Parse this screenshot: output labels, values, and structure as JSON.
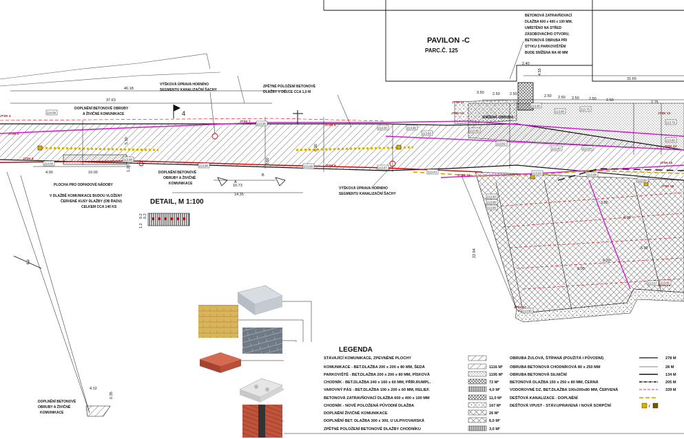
{
  "building": {
    "name": "PAVILON -C",
    "parcel": "PARC.Č. 125",
    "dims": [
      "2.40",
      "4.55",
      "31.65"
    ],
    "note": [
      "BETONOVÁ ZATRAVŇOVACÍ",
      "DLAŽBA 600 x 400 x 100 MM,",
      "UMÍSTĚNO NA STŘED",
      "ZÁSOBOVACÍHO OTVORU,",
      "BETONOVÁ OBRUBA PŘI",
      "STYKU S PARKOVIŠTĚM",
      "BUDE SNÍŽENA NA 40 MM"
    ]
  },
  "dimensions": {
    "parking": [
      "3.50",
      "2.50",
      "2.50",
      "2.50",
      "2.50",
      "2.50",
      "2.50",
      "2.50",
      "2.75"
    ],
    "road": [
      "40.18",
      "37.63",
      "4.00",
      "10.00",
      "1.20",
      "5.30",
      "0.50",
      "10.73",
      "14.35",
      "6.30",
      "4.12",
      "0.35",
      "22.94",
      "3.00",
      "6.20",
      "6.00",
      "6.30",
      "5.00"
    ]
  },
  "detail": {
    "title": "DETAIL, M 1:100",
    "dims": [
      "0.2",
      "1.2",
      "0.2"
    ]
  },
  "annotations": {
    "a1": [
      "VÝŠKOVÁ ÚPRAVA HORNÍHO",
      "SEGMENTU KANALIZAČNÍ ŠACHY"
    ],
    "a2": [
      "ZPĚTNÉ POLOŽENÍ BETONOVÉ",
      "DLAŽBY V DÉLCE CCA 1,0 M"
    ],
    "a3": [
      "DOPLNĚNÍ BETONOVÉ OBRUBY",
      "A ŽIVIČNÉ KOMUNIKACE"
    ],
    "a4": [
      "DOPLNĚNÍ BETONOVÉ",
      "OBRUBY A ŽIVIČNÉ",
      "KOMUNIKACE"
    ],
    "a5": [
      "VÝŠKOVÁ ÚPRAVA HORNÍHO",
      "SEGMENTU KANALIZAČNÍ ŠACHY"
    ],
    "a6": "PLOCHA PRO ODPADOVÉ NÁDOBY",
    "a7": [
      "V DLAŽBĚ KOMUNIKACE BUDOU VLOŽENY",
      "ČERVENÉ KUSY DLAŽBY (OB ŘADU)",
      "CELKEM CCA 140 KS"
    ],
    "a8": [
      "DOPLNĚNÍ BETONOVÉ",
      "OBRUBY A ŽIVIČNÉ",
      "KOMUNIKACE"
    ],
    "snizena": "SNÍŽENÁ OBRUBA",
    "mark3": "3",
    "mark4": "4",
    "markA": "A",
    "markB": "B"
  },
  "jtsk": [
    "JTSK 4",
    "JTSK 5",
    "JTSK 6",
    "JTSK 7",
    "JTSK 8",
    "JTSK 9",
    "JTSK 10",
    "JTSK 11",
    "JTSK 12",
    "JTSK 13",
    "JTSK 14",
    "JTSK 15",
    "JTSK 16",
    "JTSK 17",
    "JTSK 18"
  ],
  "elevations": [
    "214.08",
    "214.09",
    "213.98",
    "213.96",
    "213.96",
    "213.88",
    "214.00",
    "213.87",
    "213.96",
    "213.96",
    "213.82",
    "213.90",
    "213.86",
    "213.75",
    "213.84",
    "213.79",
    "213.80",
    "213.90",
    "213.88",
    "213.96",
    "213.93",
    "213.68",
    "213.80",
    "213.96",
    "213.57",
    "213.80",
    "213.50",
    "213.43",
    "213.40"
  ],
  "legend": {
    "title": "LEGENDA",
    "left": [
      {
        "text": "STÁVAJÍCÍ KOMUNIKACE, ZPEVNĚNÉ PLOCHY",
        "qty": ""
      },
      {
        "text": "KOMUNIKACE - BET.DLAŽBA 200 x 200 x 80 MM, ŠEDÁ",
        "qty": "1116 M²"
      },
      {
        "text": "PARKOVIŠTĚ - BET.DLAŽBA 200 x 200 x 80 MM, PÍSKOVÁ",
        "qty": "1195 M²"
      },
      {
        "text": "CHODNÍK - BET.DLAŽBA 240 x 160 x 60 MM, PŘÍR.RUMPL.",
        "qty": "72 M²"
      },
      {
        "text": "VAROVNÝ PÁS - BET.DLAŽBA 100 x 200 x 60 MM, RELIEF.",
        "qty": "4,0 M²"
      },
      {
        "text": "BETONOVÁ ZATRAVŇOVACÍ DLAŽBA 600 x 400 x 100 MM",
        "qty": "11,0 M²"
      },
      {
        "text": "CHODNÍK - NOVĚ POLOŽENÁ PŮVODNÍ DLAŽBA",
        "qty": "167 M²"
      },
      {
        "text": "DOPLNĚNÍ ŽIVIČNÉ KOMUNIKACE",
        "qty": "26 M²"
      },
      {
        "text": "DOPLNĚNÍ BET. DLAŽBA 300 x 300, U ULPIVOVARSKÁ",
        "qty": "6,0 M²"
      },
      {
        "text": "ZPĚTNÉ POLOŽENÍ BETONOVÉ DLAŽBY CHODNÍKU",
        "qty": "3,0 M²"
      }
    ],
    "right": [
      {
        "text": "OBRUBA ŽULOVÁ, ŠTÍPANÁ (POUŽITÁ I PŮVODNÍ)",
        "qty": "278 M"
      },
      {
        "text": "OBRUBA BETONOVÁ CHODNÍKOVÁ 80 x 250 MM",
        "qty": "28 M"
      },
      {
        "text": "OBRUBA BETONOVÁ SILNIČNÍ",
        "qty": "134 M"
      },
      {
        "text": "BETONOVÁ DLAŽBA 150 x 250 x 80 MM, ČERNÁ",
        "qty": "205 M"
      },
      {
        "text": "VODOROVNÉ DZ, BET.DLAŽBA 100x200x80 MM, ČERVENÁ",
        "qty": "339 M"
      },
      {
        "text": "DEŠŤOVÁ KANALIZACE - DOPLNĚNÍ",
        "qty": ""
      },
      {
        "text": "DEŠŤOVÁ VPUST - STÁV.UPRAVENÁ / NOVÁ SORPČNÍ",
        "qty": ""
      }
    ]
  },
  "colors": {
    "magenta": "#d01fd0",
    "red": "#d00000",
    "yellow": "#d8b000",
    "pink": "#e85a8a",
    "line": "#111111"
  }
}
